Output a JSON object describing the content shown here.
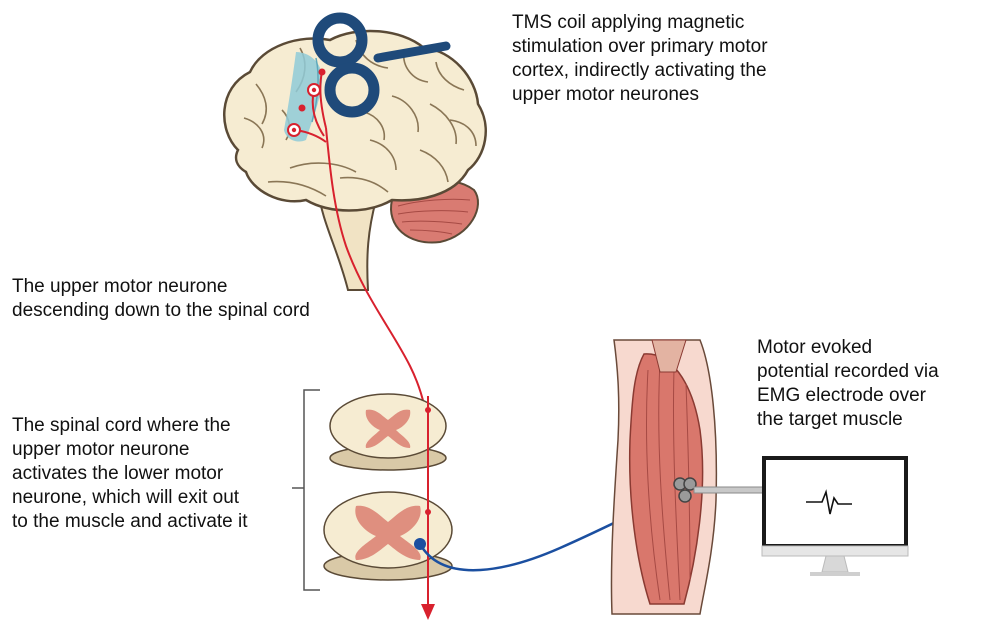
{
  "annotations": {
    "tms": {
      "lines": [
        "TMS coil applying magnetic",
        "stimulation over primary motor",
        "cortex, indirectly activating the",
        "upper motor neurones"
      ]
    },
    "upper_neurone": {
      "lines": [
        "The upper motor neurone",
        "descending down to the spinal cord"
      ]
    },
    "spinal_cord": {
      "lines": [
        "The spinal cord where the",
        "upper motor neurone",
        "activates the lower motor",
        "neurone, which will exit out",
        "to the muscle and activate it"
      ]
    },
    "mep": {
      "lines": [
        "Motor evoked",
        "potential recorded via",
        "EMG electrode over",
        "the target muscle"
      ]
    }
  },
  "icons": {
    "coil": "figure-eight-coil-icon",
    "brain": "brain-icon",
    "spinal_cord": "spinal-cord-cross-section-icon",
    "muscle": "muscle-icon",
    "monitor": "monitor-icon",
    "electrode": "electrode-icon"
  },
  "colors": {
    "coil": "#1f4a7a",
    "brain_fill": "#f6ecd2",
    "brain_outline": "#5a4a36",
    "cortex_highlight": "#8fcbd8",
    "upper_neurone": "#d8212e",
    "lower_neurone": "#1b4fa0",
    "cerebellum": "#d97b72",
    "grey_matter": "#df8f7f",
    "muscle": "#d9776c",
    "monitor_frame": "#1a1a1a"
  }
}
